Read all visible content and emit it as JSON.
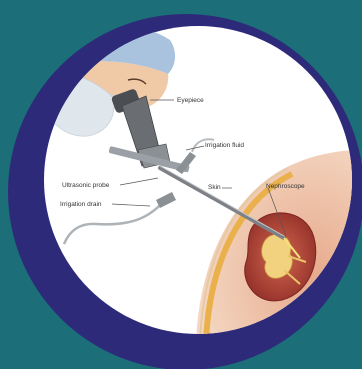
{
  "labels": {
    "eyepiece": "Eyepiece",
    "irrigation_fluid": "Irrigation fluid",
    "skin": "Skin",
    "nephroscope": "Nephroscope",
    "ultrasonic_probe": "Ultrasonic probe",
    "irrigation_drain": "Irrigation drain"
  },
  "colors": {
    "background": "#1c6f78",
    "ring": "#2e2a7a",
    "disc": "#ffffff",
    "cap": "#a9c3de",
    "mask": "#dfe6ec",
    "skin_tone": "#f0c9a6",
    "scope_metal": "#6a6e72",
    "kidney": "#b6463a",
    "fat_layer": "#e9b04c"
  }
}
